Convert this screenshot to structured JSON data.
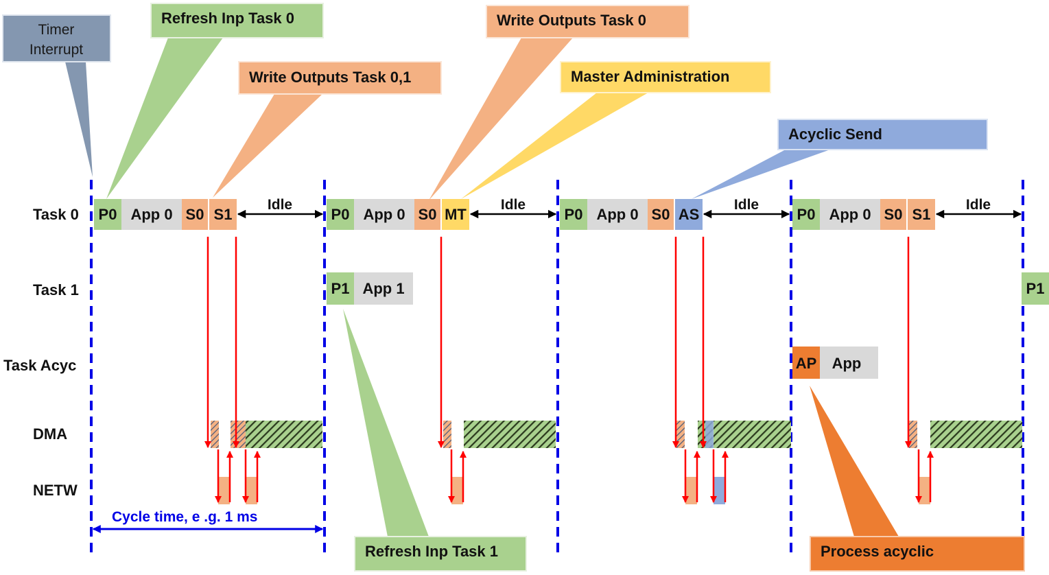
{
  "rows": [
    "Task 0",
    "Task 1",
    "Task Acyc",
    "DMA",
    "NETW"
  ],
  "colors": {
    "green": "#a9d18e",
    "gray": "#d9d9d9",
    "salmon": "#f4b183",
    "yellow": "#ffd966",
    "blue": "#8faadc",
    "slate": "#8497b0",
    "orange": "#ed7d31",
    "red": "#ff0000",
    "cycle_blue": "#0000e6",
    "hatch": "#2b3a1e"
  },
  "task0_cycles": [
    [
      "P0",
      "App 0",
      "S0",
      "S1"
    ],
    [
      "P0",
      "App 0",
      "S0",
      "MT"
    ],
    [
      "P0",
      "App 0",
      "S0",
      "AS"
    ],
    [
      "P0",
      "App 0",
      "S0",
      "S1"
    ]
  ],
  "idle_label": "Idle",
  "task1_blocks": [
    "P1",
    "App 1"
  ],
  "task1_next": "P1",
  "acyc_blocks": [
    "AP",
    "App"
  ],
  "callouts": {
    "timer": [
      "Timer",
      "Interrupt"
    ],
    "refresh0": "Refresh Inp Task 0",
    "write01": "Write Outputs Task 0,1",
    "write0": "Write Outputs Task 0",
    "master": "Master Administration",
    "acyclic_send": "Acyclic Send",
    "refresh1": "Refresh Inp Task 1",
    "process_acyclic": "Process acyclic"
  },
  "cycle_time": "Cycle time, e .g. 1 ms"
}
